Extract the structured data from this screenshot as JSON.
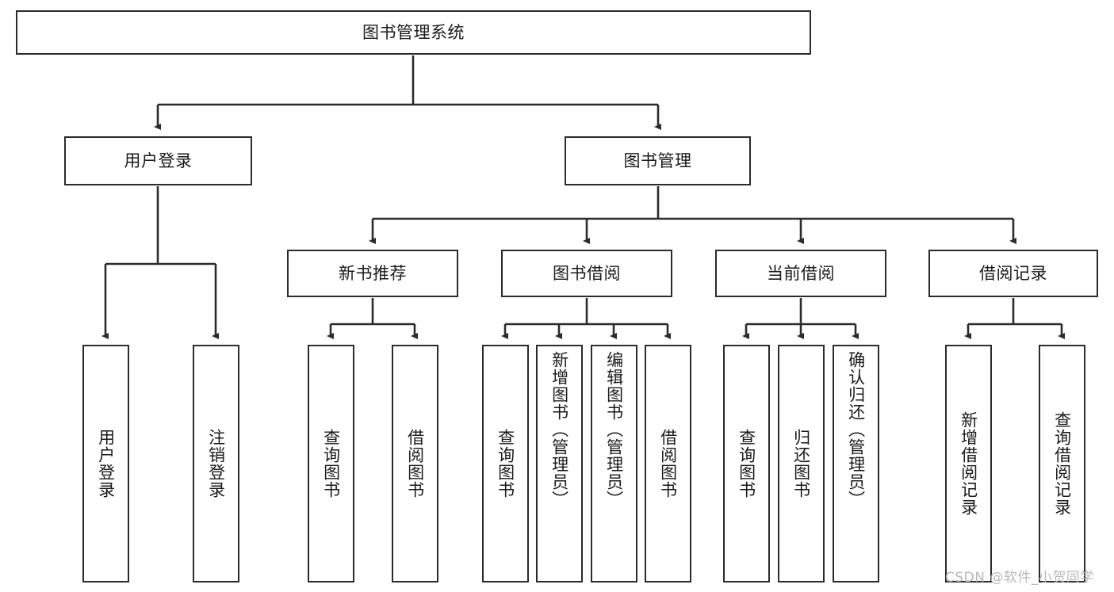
{
  "diagram": {
    "title": "图书管理系统",
    "type": "hierarchy-tree",
    "watermark": "CSDN @软件_小贺同学",
    "colors": {
      "background": "#ffffff",
      "border": "#2b2b2b",
      "text": "#1a1a1a",
      "connector": "#2b2b2b",
      "watermark": "#b9b9b9"
    },
    "root": {
      "label": "图书管理系统"
    },
    "level2": [
      {
        "label": "用户登录"
      },
      {
        "label": "图书管理"
      }
    ],
    "level3": [
      {
        "label": "新书推荐"
      },
      {
        "label": "图书借阅"
      },
      {
        "label": "当前借阅"
      },
      {
        "label": "借阅记录"
      }
    ],
    "leaves": {
      "user_login": [
        {
          "label": "用户登录"
        },
        {
          "label": "注销登录"
        }
      ],
      "new_book_recommend": [
        {
          "label": "查询图书"
        },
        {
          "label": "借阅图书"
        }
      ],
      "book_borrow": [
        {
          "label": "查询图书"
        },
        {
          "label": "新增图书（管理员）"
        },
        {
          "label": "编辑图书（管理员）"
        },
        {
          "label": "借阅图书"
        }
      ],
      "current_borrow": [
        {
          "label": "查询图书"
        },
        {
          "label": "归还图书"
        },
        {
          "label": "确认归还（管理员）"
        }
      ],
      "borrow_record": [
        {
          "label": "新增借阅记录"
        },
        {
          "label": "查询借阅记录"
        }
      ]
    }
  }
}
